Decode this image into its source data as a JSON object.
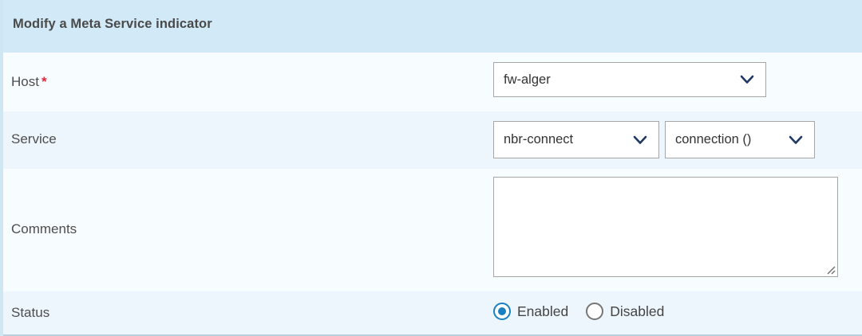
{
  "header": {
    "title": "Modify a Meta Service indicator",
    "background": "#d2eaf7"
  },
  "form": {
    "rows": [
      {
        "label": "Host",
        "required_marker": "*",
        "control": "select",
        "value": "fw-alger"
      },
      {
        "label": "Service",
        "control": "select-pair",
        "value": "nbr-connect",
        "value2": "connection ()"
      },
      {
        "label": "Comments",
        "control": "textarea",
        "value": "",
        "placeholder": ""
      },
      {
        "label": "Status",
        "control": "radio",
        "options": [
          {
            "label": "Enabled",
            "selected": true
          },
          {
            "label": "Disabled",
            "selected": false
          }
        ]
      }
    ]
  },
  "icons": {
    "chevron": "chevron-down-icon",
    "resize": "resize-grip-icon"
  },
  "colors": {
    "header_bg": "#d2eaf7",
    "row_odd_bg": "#f7fcfe",
    "row_even_bg": "#eef6fd",
    "required_red": "#e8243c",
    "radio_accent": "#1a7fc1",
    "chevron": "#1f3864",
    "border": "#a6a6a6"
  }
}
